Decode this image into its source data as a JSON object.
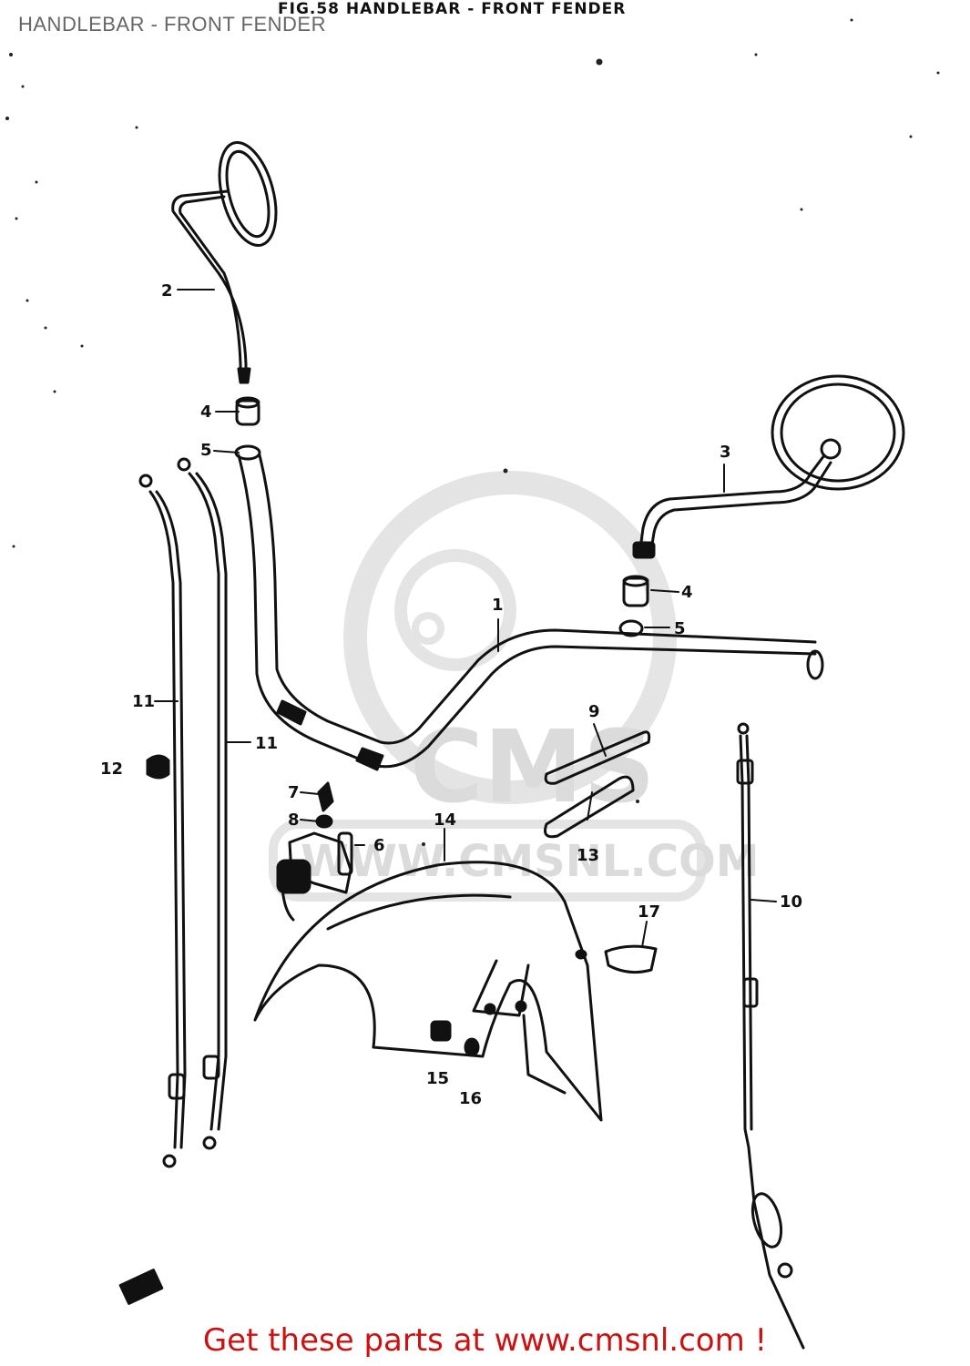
{
  "figure": {
    "caption": "FIG.58  HANDLEBAR - FRONT FENDER",
    "overlay_title": "HANDLEBAR - FRONT FENDER"
  },
  "watermark": {
    "logo_text": "CMS",
    "site": "WWW.CMSNL.COM"
  },
  "callouts": [
    {
      "id": "c1",
      "label": "1"
    },
    {
      "id": "c2",
      "label": "2"
    },
    {
      "id": "c3",
      "label": "3"
    },
    {
      "id": "c4a",
      "label": "4"
    },
    {
      "id": "c4b",
      "label": "4"
    },
    {
      "id": "c5a",
      "label": "5"
    },
    {
      "id": "c5b",
      "label": "5"
    },
    {
      "id": "c6",
      "label": "6"
    },
    {
      "id": "c7",
      "label": "7"
    },
    {
      "id": "c8",
      "label": "8"
    },
    {
      "id": "c9",
      "label": "9"
    },
    {
      "id": "c10",
      "label": "10"
    },
    {
      "id": "c11a",
      "label": "11"
    },
    {
      "id": "c11b",
      "label": "11"
    },
    {
      "id": "c12",
      "label": "12"
    },
    {
      "id": "c13",
      "label": "13"
    },
    {
      "id": "c14",
      "label": "14"
    },
    {
      "id": "c15",
      "label": "15"
    },
    {
      "id": "c16",
      "label": "16"
    },
    {
      "id": "c17",
      "label": "17"
    }
  ],
  "footer": {
    "link_text": "Get these parts at www.cmsnl.com !"
  },
  "colors": {
    "line": "#111111",
    "watermark": "#d8d8d8",
    "footer_link": "#cc1111",
    "overlay_title": "#666666"
  }
}
